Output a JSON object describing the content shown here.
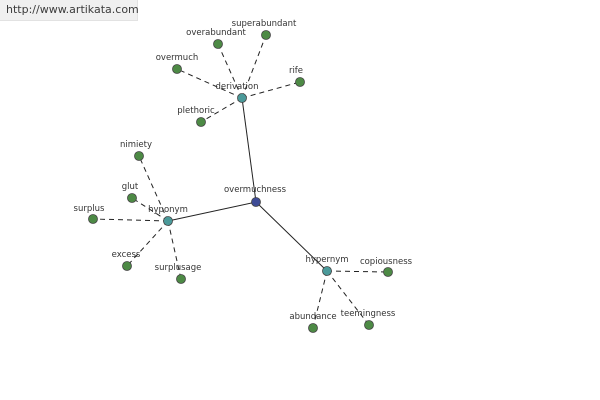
{
  "site_url": "http://www.artikata.com",
  "colors": {
    "center": "#3e4b96",
    "relation": "#4b9a9a",
    "leaf": "#4d8a45",
    "edge": "#222222"
  },
  "center": {
    "id": "overmuchness",
    "label": "overmuchness"
  },
  "relations": [
    {
      "id": "derivation",
      "label": "derivation",
      "leaves": [
        "superabundant",
        "overabundant",
        "overmuch",
        "rife",
        "plethoric"
      ]
    },
    {
      "id": "hyponym",
      "label": "hyponym",
      "leaves": [
        "nimiety",
        "glut",
        "surplus",
        "excess",
        "surplusage"
      ]
    },
    {
      "id": "hypernym",
      "label": "hypernym",
      "leaves": [
        "copiousness",
        "abundance",
        "teemingness"
      ]
    }
  ]
}
